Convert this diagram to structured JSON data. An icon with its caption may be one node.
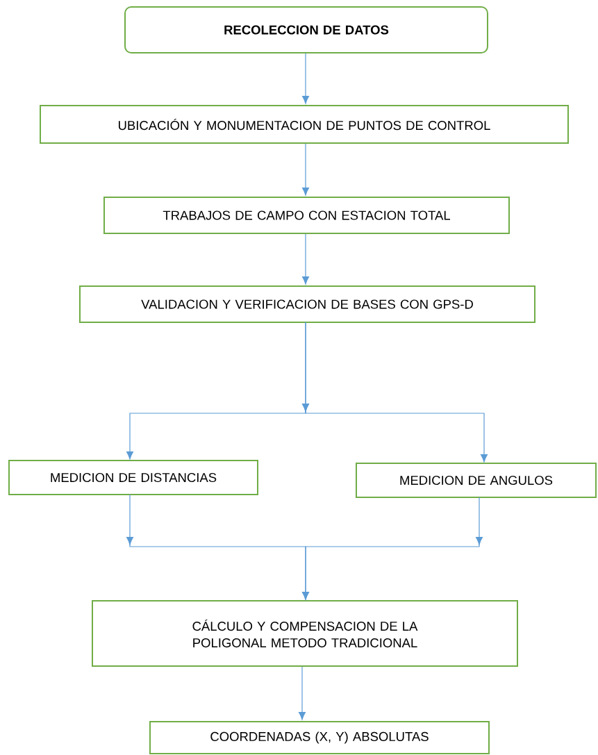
{
  "diagram": {
    "nodes": [
      {
        "text": [
          "RECOLECCION DE DATOS"
        ]
      },
      {
        "text": [
          "UBICACIÓN Y MONUMENTACION DE PUNTOS DE CONTROL"
        ]
      },
      {
        "text": [
          "TRABAJOS DE CAMPO CON ESTACION TOTAL"
        ]
      },
      {
        "text": [
          "VALIDACION Y VERIFICACION DE BASES CON GPS-D"
        ]
      },
      {
        "text": [
          "MEDICION DE DISTANCIAS"
        ]
      },
      {
        "text": [
          "MEDICION DE ANGULOS"
        ]
      },
      {
        "text": [
          "CÁLCULO Y COMPENSACION DE LA POLIGONAL METODO TRADICIONAL"
        ]
      },
      {
        "text": [
          "COORDENADAS (X, Y) ABSOLUTAS"
        ]
      }
    ],
    "edges": [
      {
        "from": 0,
        "to": 1,
        "arrow": "to"
      },
      {
        "from": 1,
        "to": 2,
        "arrow": "to"
      },
      {
        "from": 2,
        "to": 3,
        "arrow": "to"
      },
      {
        "from": 3,
        "to": 4,
        "arrow": "to"
      },
      {
        "from": 3,
        "to": 5,
        "arrow": "to"
      },
      {
        "from": 4,
        "to": 6,
        "arrow": "to"
      },
      {
        "from": 5,
        "to": 6,
        "arrow": "to"
      },
      {
        "from": 6,
        "to": 7,
        "arrow": "to"
      }
    ]
  }
}
